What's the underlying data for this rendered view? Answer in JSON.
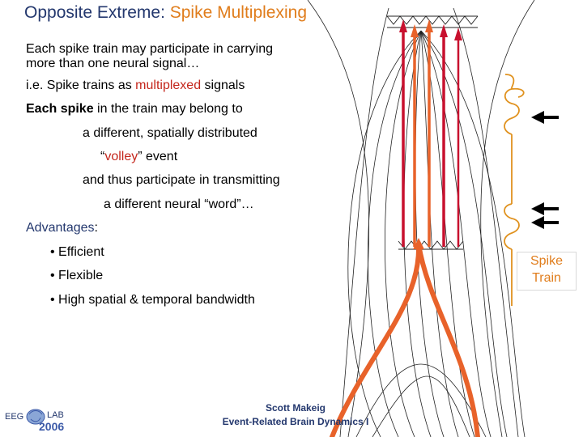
{
  "slide": {
    "title_prefix": "Opposite Extreme: ",
    "title_accent": "Spike Multiplexing",
    "para1_line1": "Each spike train may participate in carrying",
    "para1_line2": "more than one neural signal…",
    "ie_prefix": "i.e. Spike trains as ",
    "ie_highlight": "multiplexed",
    "ie_suffix": " signals",
    "each_spike_bold": "Each spike",
    "each_spike_rest": " in the train may belong to",
    "line_different": "a different, spatially distributed",
    "volley_open": "“",
    "volley_word": "volley",
    "volley_close": "” event",
    "line_thus": "and thus participate in transmitting",
    "line_word": "a different neural “word”…",
    "advantages_label": "Advantages",
    "advantages_colon": ":",
    "bullets": [
      "• Efficient",
      "• Flexible",
      "• High spatial & temporal bandwidth"
    ],
    "spike_label_1": "Spike",
    "spike_label_2": "Train"
  },
  "footer": {
    "author": "Scott Makeig",
    "course": "Event-Related Brain Dynamics I"
  },
  "logo": {
    "left": "EEG",
    "right": "LAB",
    "year": "2006"
  },
  "colors": {
    "title": "#24386e",
    "accent": "#e07d1c",
    "highlight": "#c4261c",
    "spike_orange": "#e8622a",
    "arrow_red": "#c8102e"
  },
  "icons": [
    "arrow-left-icon",
    "brain-logo-icon"
  ]
}
